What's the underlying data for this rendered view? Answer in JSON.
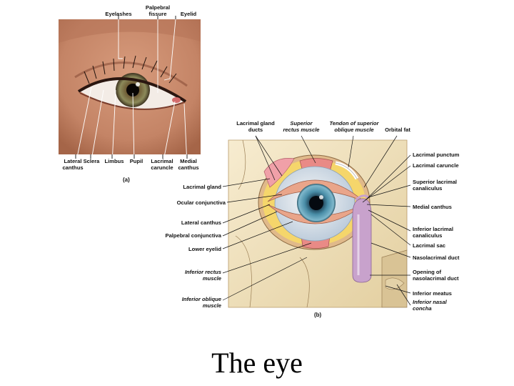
{
  "slide_title": "The eye",
  "panel_a": {
    "panel_label": "(a)",
    "labels_top": [
      "Eyelashes",
      "Palpebral fissure",
      "Eyelid"
    ],
    "labels_bottom": [
      "Lateral canthus",
      "Sclera",
      "Limbus",
      "Pupil",
      "Lacrimal caruncle",
      "Medial canthus"
    ]
  },
  "panel_b": {
    "panel_label": "(b)",
    "labels_top": [
      "Lacrimal gland ducts",
      "Superior rectus muscle",
      "Tendon of superior oblique muscle",
      "Orbital fat"
    ],
    "labels_left": [
      "Lacrimal gland",
      "Ocular conjunctiva",
      "Lateral canthus",
      "Palpebral conjunctiva",
      "Lower eyelid",
      "Inferior rectus muscle",
      "Inferior oblique muscle"
    ],
    "labels_right": [
      "Lacrimal punctum",
      "Lacrimal caruncle",
      "Superior lacrimal canaliculus",
      "Medial canthus",
      "Inferior lacrimal canaliculus",
      "Lacrimal sac",
      "Nasolacrimal duct",
      "Opening of nasolacrimal duct",
      "Inferior meatus",
      "Inferior nasal concha"
    ]
  },
  "colors": {
    "skin": "#c48466",
    "iris": "#4a8ea8",
    "bone": "#f2e3c0",
    "muscle": "#e98a86",
    "fat": "#f5d66b",
    "duct": "#c8a2cc"
  }
}
